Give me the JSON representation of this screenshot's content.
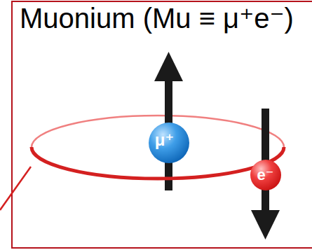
{
  "diagram": {
    "title": "Muonium (Mu ≡ μ⁺e⁻)",
    "nodes": [
      {
        "text": [
          "μ⁺"
        ]
      },
      {
        "text": [
          "e⁻"
        ]
      }
    ]
  }
}
